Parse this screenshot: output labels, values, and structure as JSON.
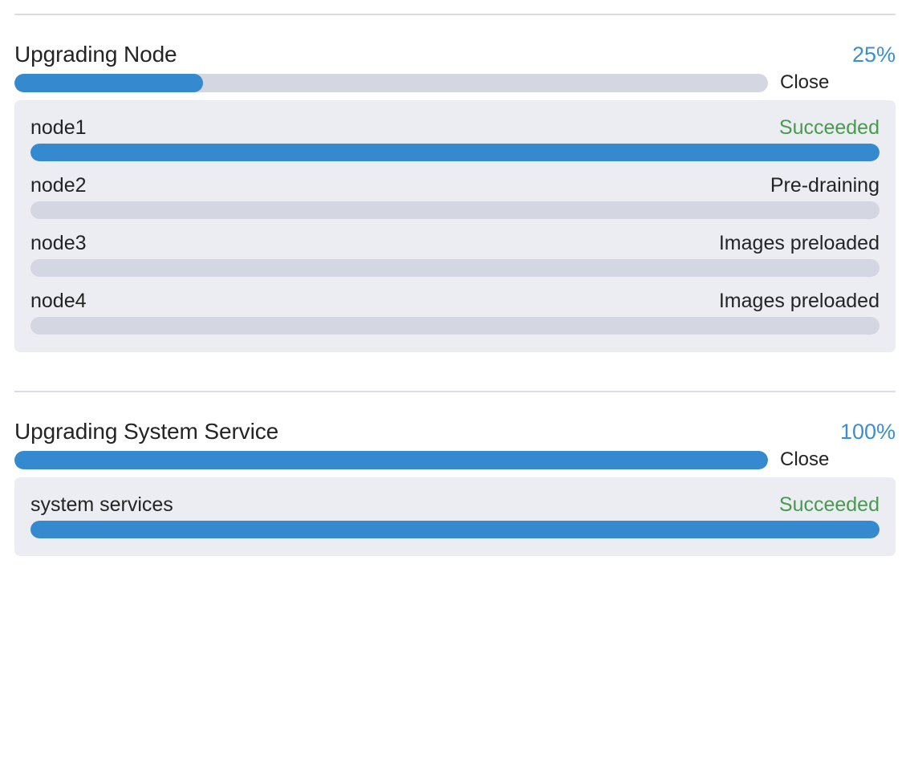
{
  "colors": {
    "accent_blue": "#3589ce",
    "percent_blue": "#3d8ece",
    "success_green": "#489a4e",
    "track_grey": "#d4d7e2",
    "panel_grey": "#ebedf2",
    "divider_grey": "#d9dce5",
    "text_dark": "#242424"
  },
  "sections": [
    {
      "title": "Upgrading Node",
      "percent_label": "25%",
      "percent_value": 25,
      "close_label": "Close",
      "items": [
        {
          "name": "node1",
          "status": "Succeeded",
          "status_kind": "success",
          "progress_value": 100
        },
        {
          "name": "node2",
          "status": "Pre-draining",
          "status_kind": "normal",
          "progress_value": 0
        },
        {
          "name": "node3",
          "status": "Images preloaded",
          "status_kind": "normal",
          "progress_value": 0
        },
        {
          "name": "node4",
          "status": "Images preloaded",
          "status_kind": "normal",
          "progress_value": 0
        }
      ]
    },
    {
      "title": "Upgrading System Service",
      "percent_label": "100%",
      "percent_value": 100,
      "close_label": "Close",
      "items": [
        {
          "name": "system services",
          "status": "Succeeded",
          "status_kind": "success",
          "progress_value": 100
        }
      ]
    }
  ]
}
